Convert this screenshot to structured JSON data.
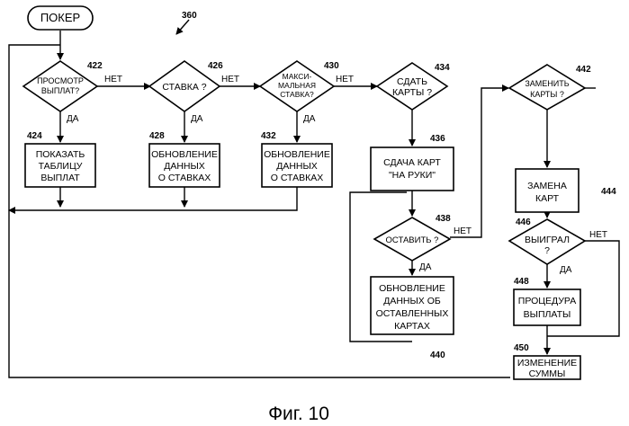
{
  "figure": {
    "number_ref": "360",
    "caption": "Фиг. 10"
  },
  "nodes": {
    "start": {
      "lines": [
        "ПОКЕР"
      ]
    },
    "n422": {
      "ref": "422",
      "lines": [
        "ПРОСМОТР",
        "ВЫПЛАТ?"
      ]
    },
    "n424": {
      "ref": "424",
      "lines": [
        "ПОКАЗАТЬ",
        "ТАБЛИЦУ",
        "ВЫПЛАТ"
      ]
    },
    "n426": {
      "ref": "426",
      "lines": [
        "СТАВКА ?"
      ]
    },
    "n428": {
      "ref": "428",
      "lines": [
        "ОБНОВЛЕНИЕ",
        "ДАННЫХ",
        "О СТАВКАХ"
      ]
    },
    "n430": {
      "ref": "430",
      "lines": [
        "МАКСИ-",
        "МАЛЬНАЯ",
        "СТАВКА?"
      ]
    },
    "n432": {
      "ref": "432",
      "lines": [
        "ОБНОВЛЕНИЕ",
        "ДАННЫХ",
        "О СТАВКАХ"
      ]
    },
    "n434": {
      "ref": "434",
      "lines": [
        "СДАТЬ",
        "КАРТЫ ?"
      ]
    },
    "n436": {
      "ref": "436",
      "lines": [
        "СДАЧА КАРТ",
        "\"НА РУКИ\""
      ]
    },
    "n438": {
      "ref": "438",
      "lines": [
        "ОСТАВИТЬ ?"
      ]
    },
    "n440": {
      "ref": "440",
      "lines": [
        "ОБНОВЛЕНИЕ",
        "ДАННЫХ ОБ",
        "ОСТАВЛЕННЫХ",
        "КАРТАХ"
      ]
    },
    "n442": {
      "ref": "442",
      "lines": [
        "ЗАМЕНИТЬ",
        "КАРТЫ ?"
      ]
    },
    "n444": {
      "ref": "444",
      "lines": [
        "ЗАМЕНА",
        "КАРТ"
      ]
    },
    "n446": {
      "ref": "446",
      "lines": [
        "ВЫИГРАЛ",
        "?"
      ]
    },
    "n448": {
      "ref": "448",
      "lines": [
        "ПРОЦЕДУРА",
        "ВЫПЛАТЫ"
      ]
    },
    "n450": {
      "ref": "450",
      "lines": [
        "ИЗМЕНЕНИЕ",
        "СУММЫ"
      ]
    }
  },
  "edge_labels": {
    "yes": "ДА",
    "no": "НЕТ"
  }
}
